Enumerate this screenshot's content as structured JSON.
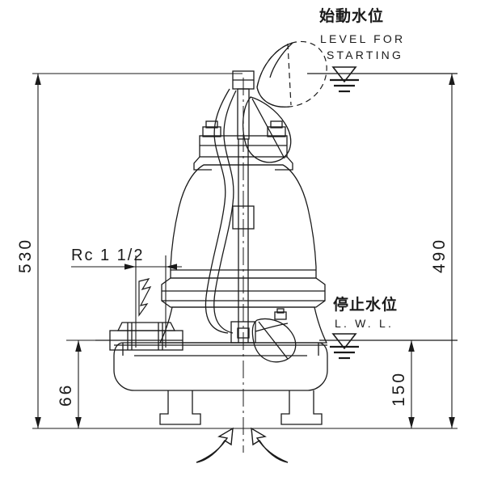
{
  "drawing": {
    "type": "submersible-pump-installation-section",
    "background_color": "#ffffff",
    "line_color": "#1a1a1a",
    "annotations": {
      "start_level": {
        "jp": "始動水位",
        "en_line1": "LEVEL FOR",
        "en_line2": "STARTING",
        "symbol": "water-level-triangle"
      },
      "stop_level": {
        "jp": "停止水位",
        "en_line1": "L. W. L.",
        "symbol": "water-level-triangle"
      },
      "port": {
        "label": "Rc 1 1/2",
        "symbol": "thread-callout"
      }
    },
    "dimensions": {
      "overall_height": "530",
      "water_depth_to_start": "490",
      "discharge_center_height": "66",
      "stop_level_height": "150"
    }
  }
}
